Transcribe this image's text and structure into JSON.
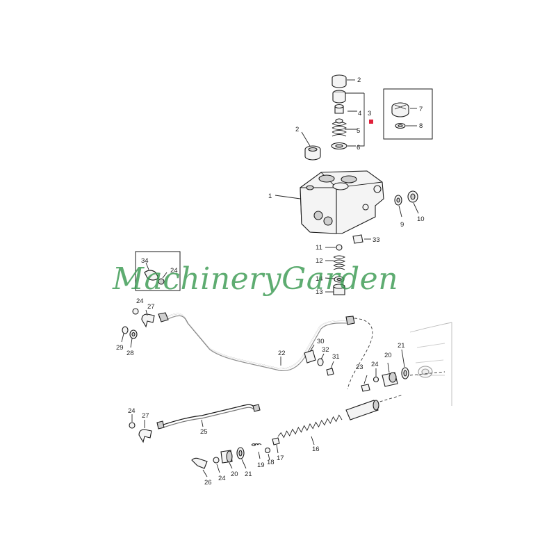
{
  "watermark": {
    "text": "MachineryGarden",
    "color": "#3a9a52"
  },
  "marker": {
    "color": "#e0203a"
  },
  "labels": {
    "l2a": "2",
    "l4": "4",
    "l3": "3",
    "l5": "5",
    "l6": "6",
    "l2b": "2",
    "l7": "7",
    "l8": "8",
    "l1": "1",
    "l9": "9",
    "l10": "10",
    "l33": "33",
    "l11": "11",
    "l12": "12",
    "l14": "14",
    "l13": "13",
    "l34": "34",
    "l24a": "24",
    "l24b": "24",
    "l27a": "27",
    "l29": "29",
    "l28": "28",
    "l22": "22",
    "l30": "30",
    "l32": "32",
    "l31": "31",
    "l23": "23",
    "l24c": "24",
    "l20a": "20",
    "l21a": "21",
    "l24d": "24",
    "l27b": "27",
    "l25": "25",
    "l16": "16",
    "l26": "26",
    "l24e": "24",
    "l20b": "20",
    "l21b": "21",
    "l19": "19",
    "l18": "18",
    "l17": "17"
  }
}
